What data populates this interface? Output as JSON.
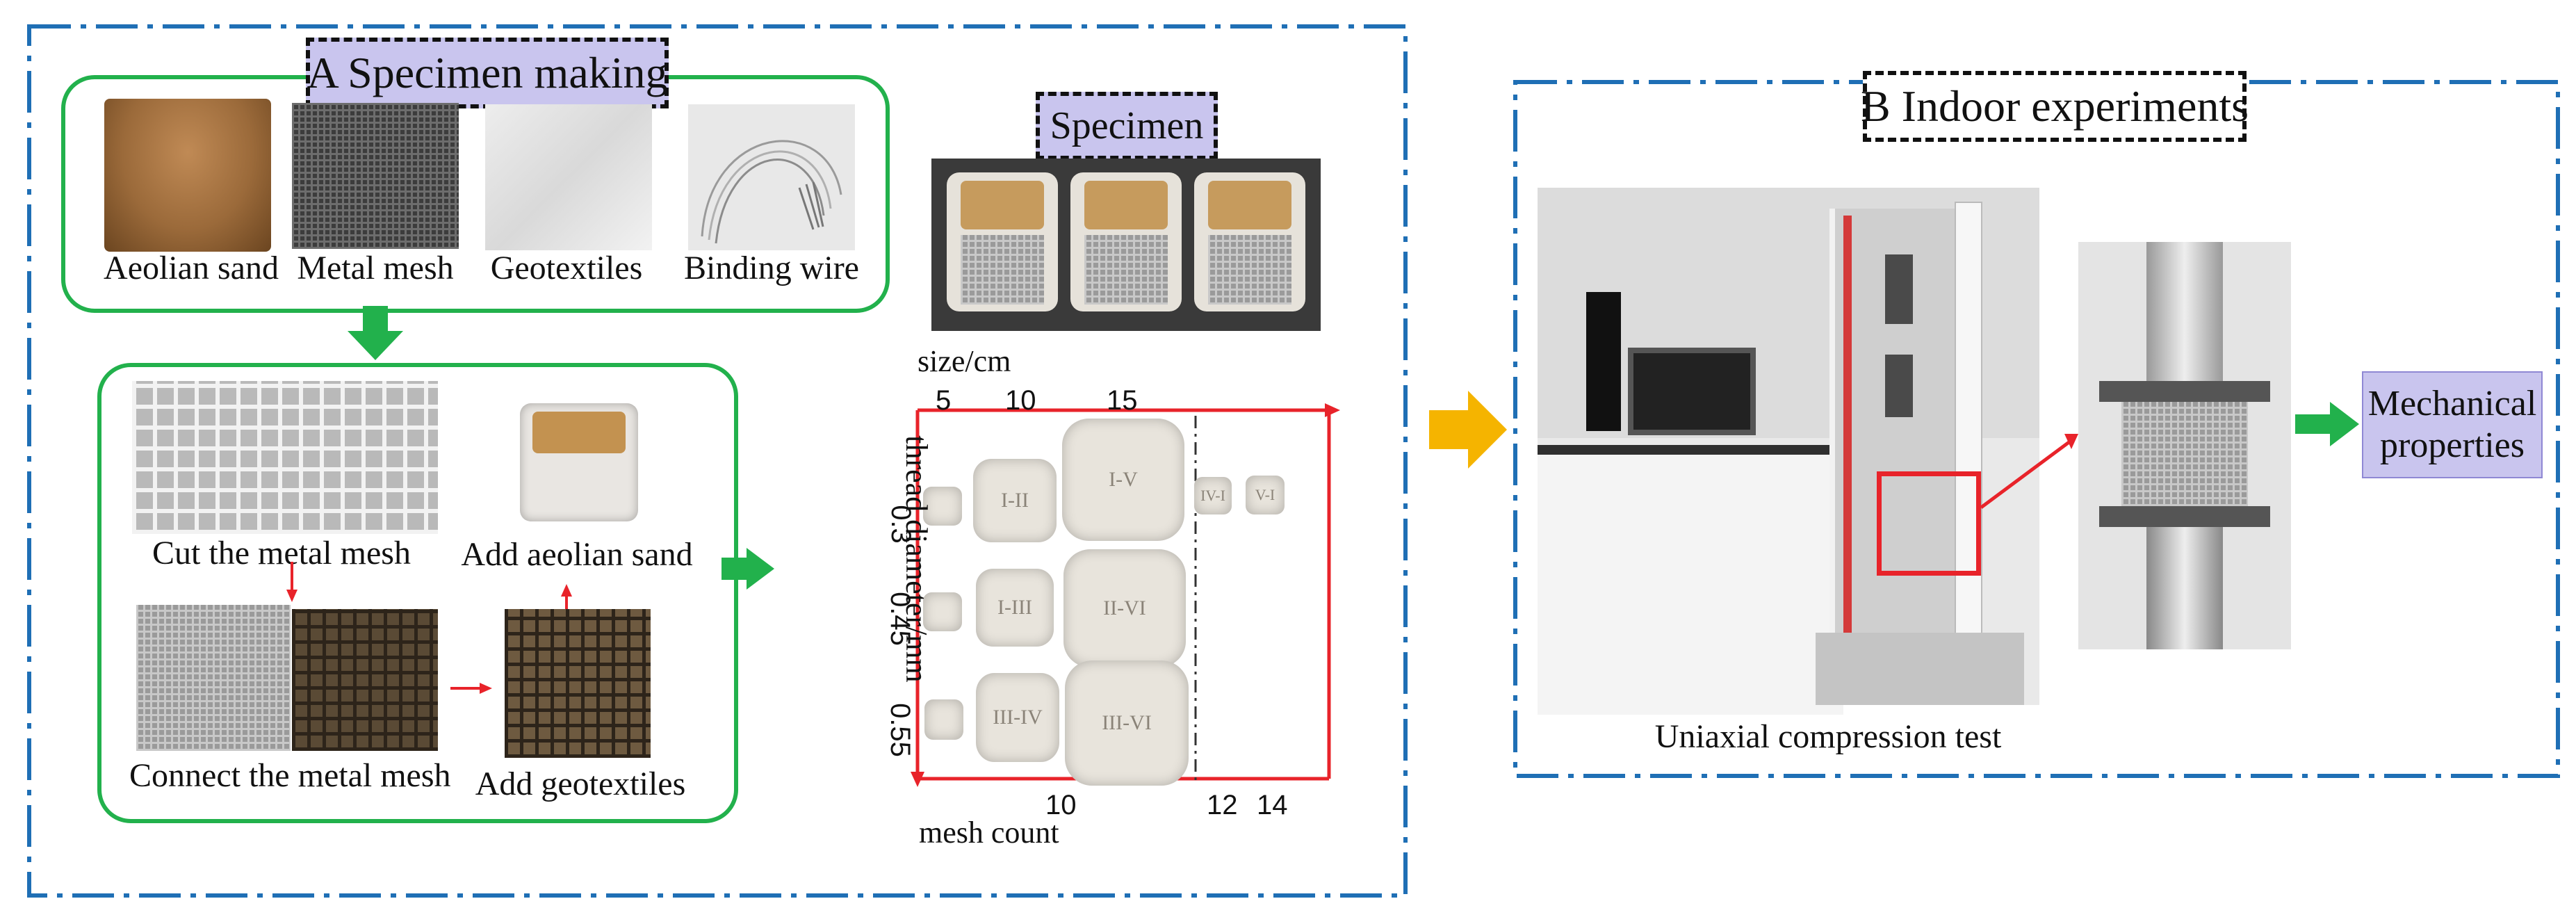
{
  "panel_a": {
    "title": "A Specimen making",
    "materials": [
      {
        "label": "Aeolian sand"
      },
      {
        "label": "Metal mesh"
      },
      {
        "label": "Geotextiles"
      },
      {
        "label": "Binding wire"
      }
    ],
    "steps": {
      "cut": "Cut the metal mesh",
      "add_sand": "Add aeolian sand",
      "connect": "Connect the metal mesh",
      "add_geo": "Add geotextiles"
    },
    "specimen_title": "Specimen",
    "size_label": "size/cm",
    "top_ticks": [
      "5",
      "10",
      "15"
    ],
    "y_axis_label": "thread diameter/mm",
    "y_ticks": [
      "0.3",
      "0.45",
      "0.55"
    ],
    "x_axis_label": "mesh count",
    "bottom_ticks": [
      "10",
      "12",
      "14"
    ],
    "sample_labels": {
      "r1": [
        "",
        "I-II",
        "I-V",
        "IV-I",
        "V-I"
      ],
      "r2": [
        "",
        "I-III",
        "II-VI"
      ],
      "r3": [
        "",
        "III-IV",
        "III-VI"
      ]
    }
  },
  "panel_b": {
    "title": "B Indoor experiments",
    "caption": "Uniaxial compression test",
    "result_label": "Mechanical properties"
  },
  "colors": {
    "frame_blue": "#1f6fb5",
    "green": "#22b14c",
    "red": "#e8232a",
    "purple_label": "#c9c5ee",
    "orange_arrow": "#f5b400"
  }
}
